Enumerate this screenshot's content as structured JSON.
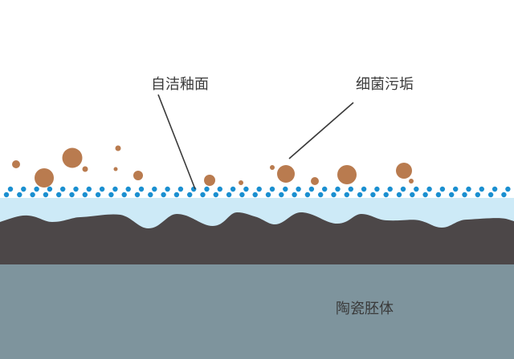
{
  "labels": {
    "glaze": "自洁釉面",
    "bacteria": "细菌污垢",
    "body": "陶瓷胚体"
  },
  "colors": {
    "background": "#ffffff",
    "coating": "#cdeaf7",
    "dot": "#1a8fd0",
    "glaze_layer": "#4c4748",
    "ceramic_body": "#7e949d",
    "dirt": "#b97b4f",
    "line": "#3a3a3a"
  }
}
